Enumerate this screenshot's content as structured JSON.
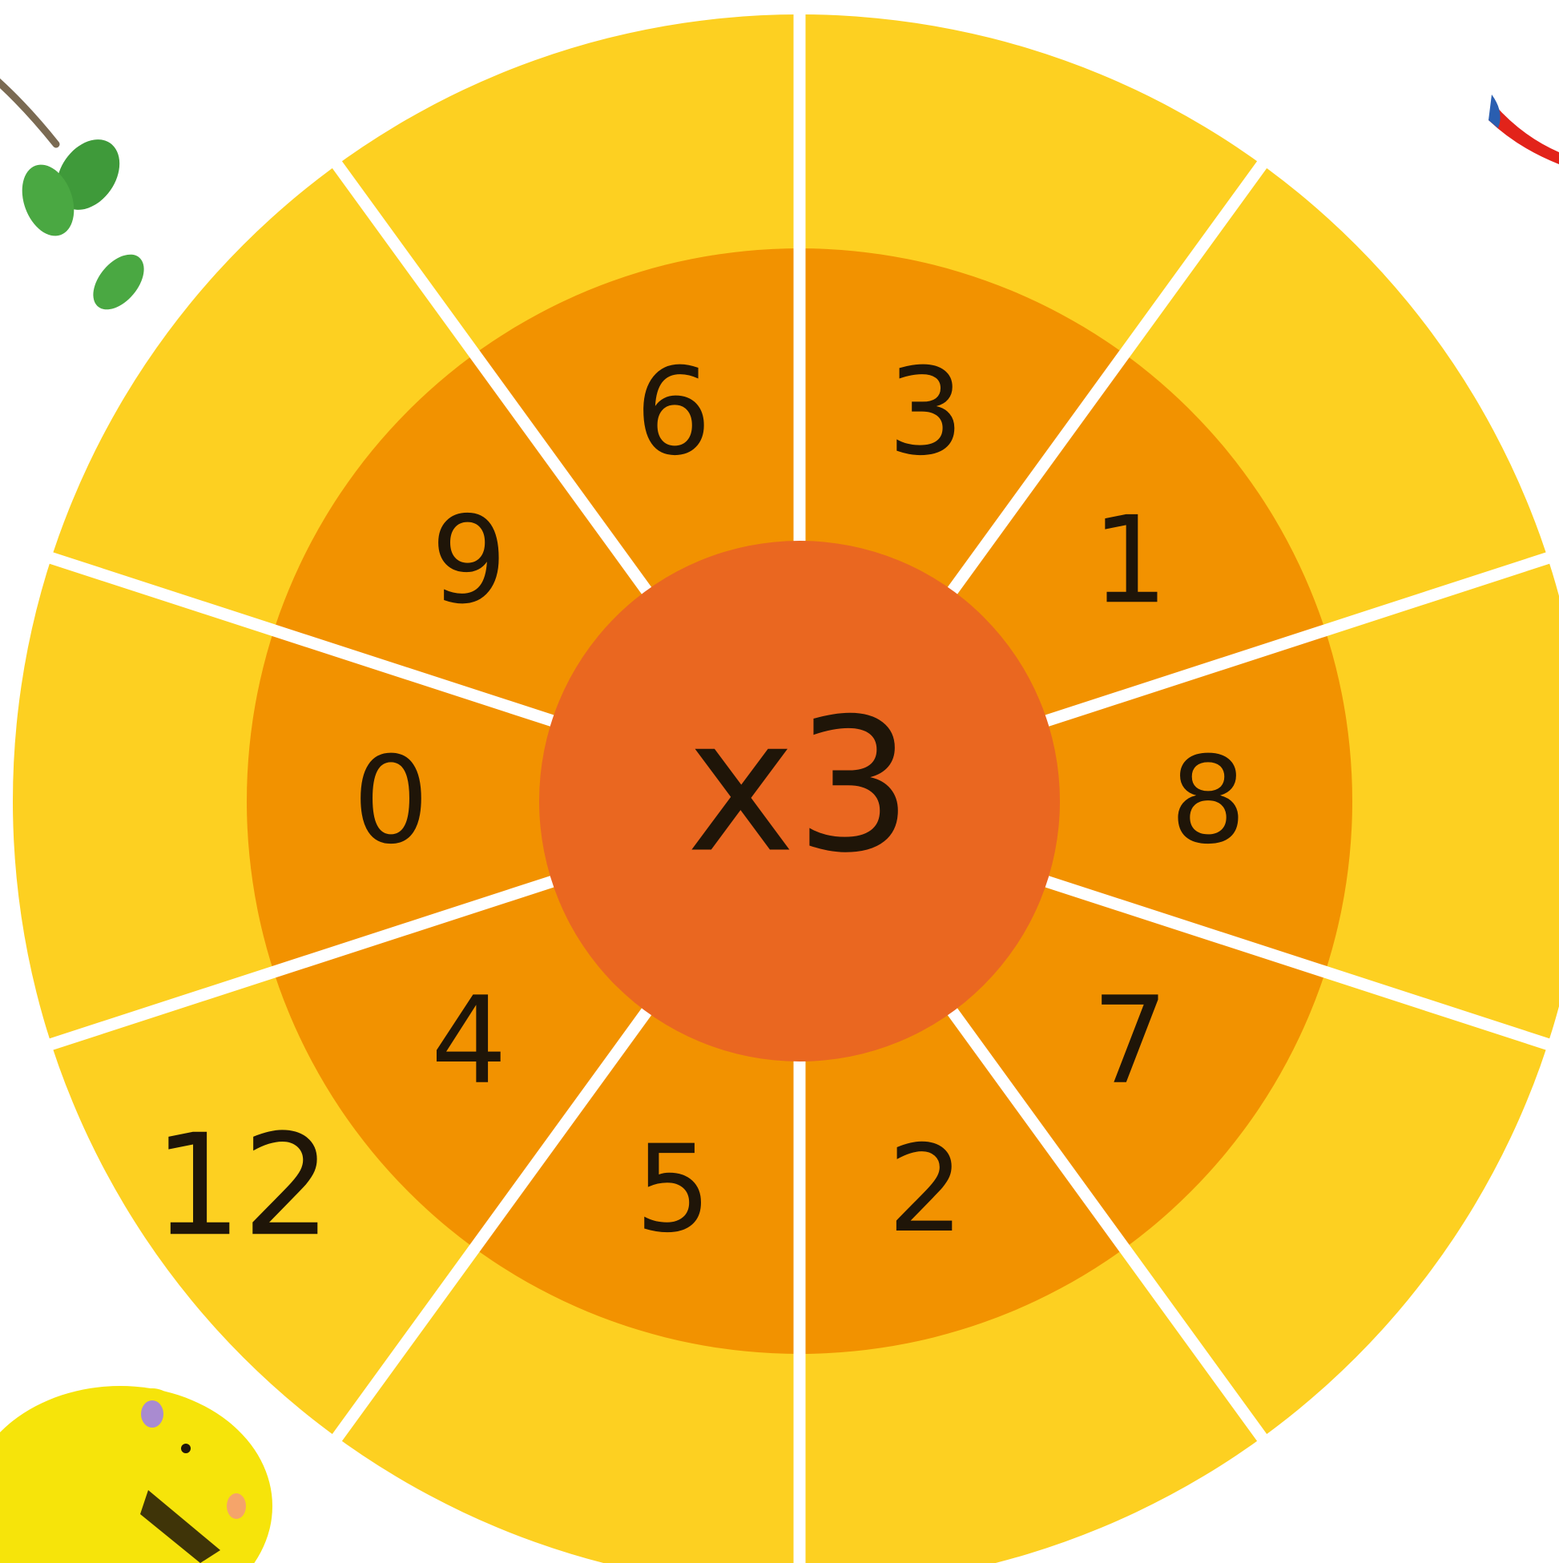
{
  "wheel": {
    "center_label": "x3",
    "inner_numbers": [
      "3",
      "1",
      "8",
      "7",
      "2",
      "5",
      "4",
      "0",
      "9",
      "6"
    ],
    "outer_answers": [
      "",
      "",
      "",
      "",
      "",
      "",
      "12",
      "",
      "",
      ""
    ],
    "colors": {
      "outer_ring": "#FDD021",
      "inner_ring": "#F29200",
      "center": "#EA6720",
      "divider": "#FFFFFF",
      "text": "#1F1508"
    }
  },
  "decorations": {
    "top_left": "leaf-branch",
    "top_right": "paint-brush",
    "bottom_left": "yellow-animal"
  }
}
